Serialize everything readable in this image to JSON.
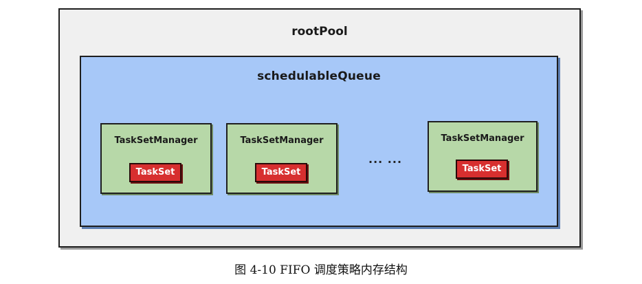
{
  "root": {
    "title": "rootPool"
  },
  "queue": {
    "title": "schedulableQueue"
  },
  "managers": [
    {
      "title": "TaskSetManager",
      "task": "TaskSet"
    },
    {
      "title": "TaskSetManager",
      "task": "TaskSet"
    },
    {
      "title": "TaskSetManager",
      "task": "TaskSet"
    }
  ],
  "ellipsis": "... ...",
  "caption": "图 4-10 FIFO 调度策略内存结构",
  "colors": {
    "root_fill": "#f0f0f0",
    "queue_fill": "#a7c8f8",
    "manager_fill": "#b7d8a8",
    "taskset_fill": "#d72f2f"
  }
}
